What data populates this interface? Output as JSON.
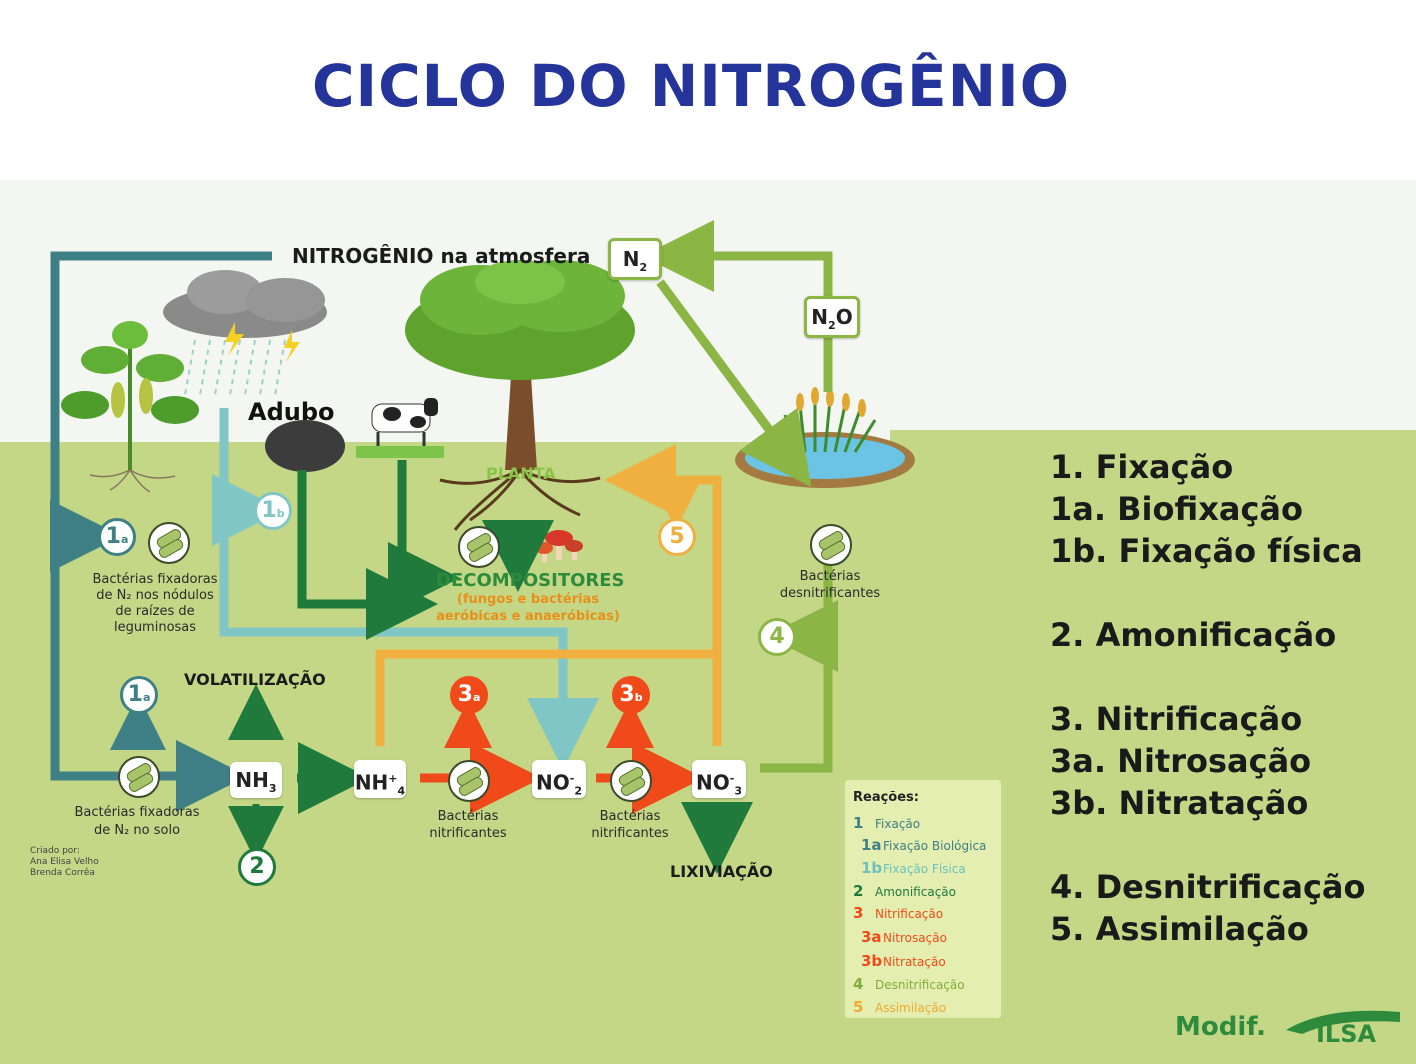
{
  "title": "CICLO DO NITROGÊNIO",
  "atmosphere": {
    "label": "NITROGÊNIO na atmosfera",
    "n2": "N",
    "n2_sub": "2",
    "n2o": "N",
    "n2o_sub": "2",
    "n2o_tail": "O"
  },
  "labels": {
    "adubo": "Adubo",
    "planta": "PLANTA",
    "decompositores": "DECOMPOSITORES",
    "decompositores_sub1": "(fungos e bactérias",
    "decompositores_sub2": "aeróbicas e anaeróbicas)",
    "volatilizacao": "VOLATILIZAÇÃO",
    "lixiviacao": "LIXIVIAÇÃO",
    "bact_nodulos_1": "Bactérias fixadoras",
    "bact_nodulos_2": "de N₂ nos nódulos",
    "bact_nodulos_3": "de raízes de",
    "bact_nodulos_4": "leguminosas",
    "bact_solo_1": "Bactérias fixadoras",
    "bact_solo_2": "de N₂ no solo",
    "bact_nitr_1": "Bactérias",
    "bact_nitr_2": "nitrificantes",
    "bact_desn_1": "Bactérias",
    "bact_desn_2": "desnitrificantes",
    "credit_1": "Criado por:",
    "credit_2": "Ana Elisa Velho",
    "credit_3": "Brenda Corrêa"
  },
  "compounds": {
    "nh3": "NH",
    "nh3_sub": "3",
    "nh4": "NH",
    "nh4_sup": "+",
    "nh4_sub": "4",
    "no2": "NO",
    "no2_sup": "-",
    "no2_sub": "2",
    "no3": "NO",
    "no3_sup": "-",
    "no3_sub": "3"
  },
  "markers": {
    "m1a": "1",
    "m1a_s": "a",
    "m1b": "1",
    "m1b_s": "b",
    "m2": "2",
    "m3a": "3",
    "m3a_s": "a",
    "m3b": "3",
    "m3b_s": "b",
    "m4": "4",
    "m5": "5"
  },
  "reactions_box": {
    "title": "Reações:",
    "rows": [
      {
        "num": "1",
        "text": "Fixação",
        "color": "#3f7f86"
      },
      {
        "num": "1a",
        "text": "Fixação Biológica",
        "color": "#3f7f86"
      },
      {
        "num": "1b",
        "text": "Fixação Física",
        "color": "#6cc0c0"
      },
      {
        "num": "2",
        "text": "Amonificação",
        "color": "#1f7a3c"
      },
      {
        "num": "3",
        "text": "Nitrificação",
        "color": "#f04a1a"
      },
      {
        "num": "3a",
        "text": "Nitrosação",
        "color": "#f04a1a"
      },
      {
        "num": "3b",
        "text": "Nitratação",
        "color": "#f04a1a"
      },
      {
        "num": "4",
        "text": "Desnitrificação",
        "color": "#82ad3c"
      },
      {
        "num": "5",
        "text": "Assimilação",
        "color": "#f0a832"
      }
    ]
  },
  "legend": {
    "l1": "1. Fixação",
    "l1a": "1a. Biofixação",
    "l1b": "1b. Fixação física",
    "l2": "2. Amonificação",
    "l3": "3. Nitrificação",
    "l3a": "3a. Nitrosação",
    "l3b": "3b. Nitratação",
    "l4": "4. Desnitrificação",
    "l5": "5. Assimilação"
  },
  "brand": {
    "modif": "Modif.",
    "logo": "ILSA"
  },
  "colors": {
    "fixation": "#3f7f86",
    "physical": "#7fc6c4",
    "ammonification": "#1f7a3c",
    "nitrification": "#f04a1a",
    "denitrification": "#82ad3c",
    "assimilation": "#f0b040",
    "ground": "#c3d787",
    "title": "#24349a"
  }
}
